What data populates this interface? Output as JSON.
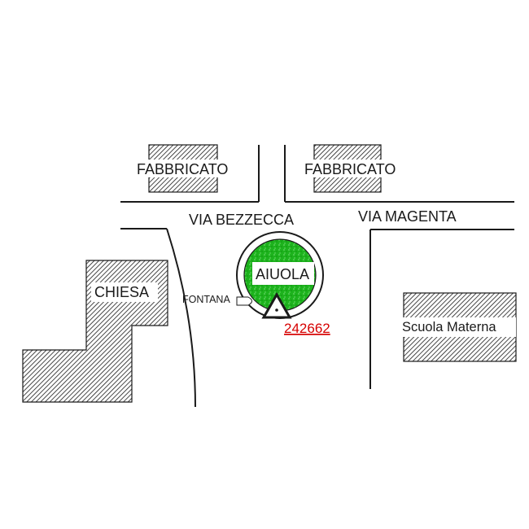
{
  "streets": {
    "via_bezzecca": "VIA BEZZECCA",
    "via_magenta": "VIA MAGENTA"
  },
  "buildings": {
    "fabbricato_left": "FABBRICATO",
    "fabbricato_right": "FABBRICATO",
    "chiesa": "CHIESA",
    "scuola_materna": "Scuola Materna"
  },
  "features": {
    "aiuola": "AIUOLA",
    "fontana": "FONTANA"
  },
  "benchmark": {
    "id": "242662"
  },
  "colors": {
    "green_area": "#1db31d",
    "benchmark_link": "#d60000",
    "ink": "#1a1a1a"
  }
}
